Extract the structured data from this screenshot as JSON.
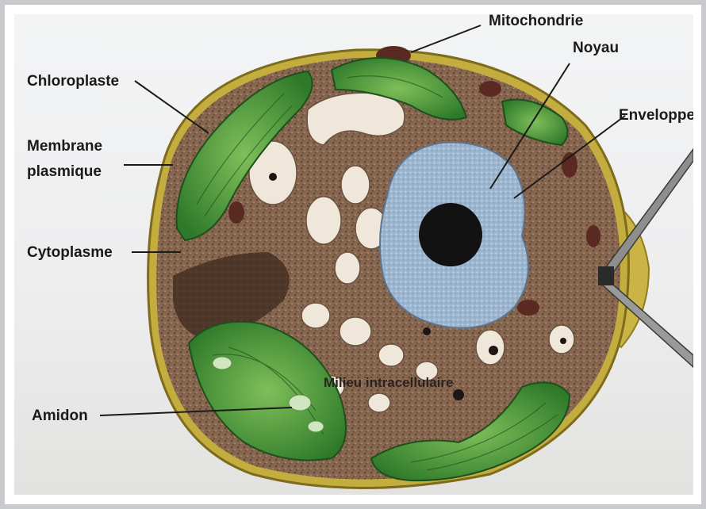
{
  "labels": {
    "mitochondrie": "Mitochondrie",
    "noyau": "Noyau",
    "chloroplaste": "Chloroplaste",
    "enveloppe": "Enveloppe",
    "membrane_line1": "Membrane",
    "membrane_line2": "plasmique",
    "cytoplasme": "Cytoplasme",
    "amidon": "Amidon",
    "milieu": "Milieu intracellulaire"
  },
  "colors": {
    "cell_wall": "#b8a23a",
    "cytoplasm": "#8a6a4e",
    "chloroplast": "#4e9a3a",
    "nucleus": "#9fb8d0",
    "nucleolus": "#121212",
    "mitochondria": "#5a2a22"
  }
}
